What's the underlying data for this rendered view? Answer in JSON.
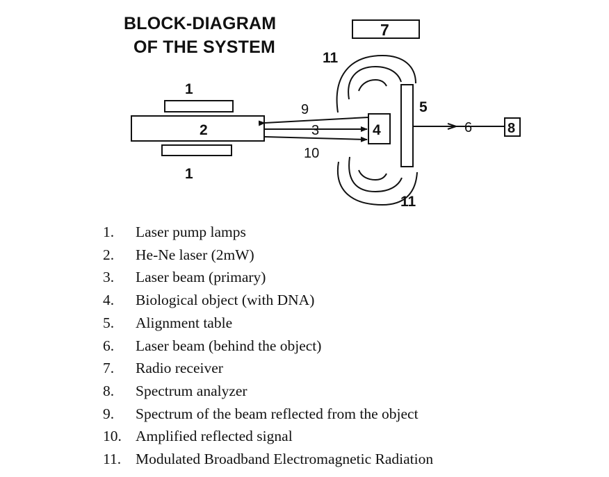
{
  "title": {
    "line1": "BLOCK-DIAGRAM",
    "line2": "OF THE SYSTEM"
  },
  "diagram_labels": {
    "lamp_top": "1",
    "lamp_bottom": "1",
    "laser": "2",
    "primary_beam": "3",
    "object": "4",
    "table": "5",
    "beam_behind": "6",
    "receiver": "7",
    "analyzer": "8",
    "reflected": "9",
    "amplified": "10",
    "radiation_top": "11",
    "radiation_bottom": "11"
  },
  "legend": [
    {
      "num": "1.",
      "text": "Laser pump lamps"
    },
    {
      "num": "2.",
      "text": "He-Ne laser (2mW)"
    },
    {
      "num": "3.",
      "text": "Laser beam (primary)"
    },
    {
      "num": "4.",
      "text": "Biological object (with DNA)"
    },
    {
      "num": "5.",
      "text": "Alignment table"
    },
    {
      "num": "6.",
      "text": "Laser beam (behind the object)"
    },
    {
      "num": "7.",
      "text": "Radio receiver"
    },
    {
      "num": "8.",
      "text": "Spectrum analyzer"
    },
    {
      "num": "9.",
      "text": "Spectrum of the beam reflected from the object"
    },
    {
      "num": "10.",
      "text": "Amplified reflected signal"
    },
    {
      "num": "11.",
      "text": "Modulated Broadband Electromagnetic Radiation"
    }
  ]
}
